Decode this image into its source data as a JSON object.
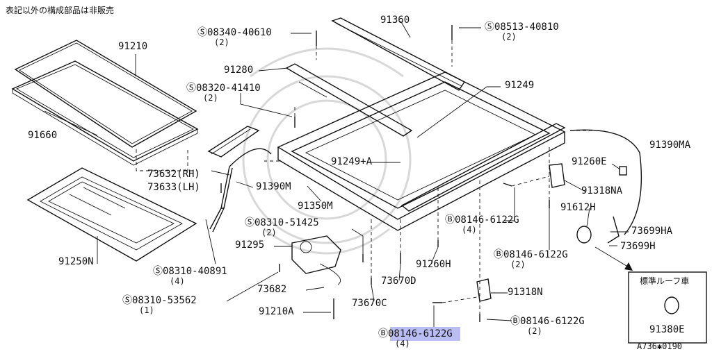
{
  "note_top": "表記以外の構成部品は非販売",
  "figure_code": "A736✱0190",
  "inset_title": "標準ルーフ車",
  "labels": [
    {
      "id": "91360",
      "text": "91360"
    },
    {
      "id": "08513-40810",
      "text": "Ⓢ08513-40810",
      "qty": "(2)"
    },
    {
      "id": "08340-40610",
      "text": "Ⓢ08340-40610",
      "qty": "(2)"
    },
    {
      "id": "91210",
      "text": "91210"
    },
    {
      "id": "91280",
      "text": "91280"
    },
    {
      "id": "08320-41410",
      "text": "Ⓢ08320-41410",
      "qty": "(2)"
    },
    {
      "id": "91249",
      "text": "91249"
    },
    {
      "id": "91660",
      "text": "91660"
    },
    {
      "id": "91390MA",
      "text": "91390MA"
    },
    {
      "id": "91249+A",
      "text": "91249+A"
    },
    {
      "id": "91260E",
      "text": "91260E"
    },
    {
      "id": "73632RH",
      "text": "73632(RH)"
    },
    {
      "id": "73633LH",
      "text": "73633(LH)"
    },
    {
      "id": "91390M",
      "text": "91390M"
    },
    {
      "id": "91318NA",
      "text": "91318NA"
    },
    {
      "id": "91350M",
      "text": "91350M"
    },
    {
      "id": "91612H",
      "text": "91612H"
    },
    {
      "id": "08146-6122G-a",
      "text": "Ⓑ08146-6122G",
      "qty": "(4)"
    },
    {
      "id": "08310-51425",
      "text": "Ⓢ08310-51425",
      "qty": "(2)"
    },
    {
      "id": "73699HA",
      "text": "73699HA"
    },
    {
      "id": "91295",
      "text": "91295"
    },
    {
      "id": "73699H",
      "text": "73699H"
    },
    {
      "id": "91250N",
      "text": "91250N"
    },
    {
      "id": "91260H",
      "text": "91260H"
    },
    {
      "id": "08146-6122G-b",
      "text": "Ⓑ08146-6122G",
      "qty": "(2)"
    },
    {
      "id": "08310-40891",
      "text": "Ⓢ08310-40891",
      "qty": "(4)"
    },
    {
      "id": "73670D",
      "text": "73670D"
    },
    {
      "id": "73682",
      "text": "73682"
    },
    {
      "id": "91318N",
      "text": "91318N"
    },
    {
      "id": "08310-53562",
      "text": "Ⓢ08310-53562",
      "qty": "(1)"
    },
    {
      "id": "73670C",
      "text": "73670C"
    },
    {
      "id": "91210A",
      "text": "91210A"
    },
    {
      "id": "08146-6122G-c",
      "text": "Ⓑ08146-6122G",
      "qty": "(2)"
    },
    {
      "id": "08146-6122G-d",
      "text": "Ⓑ08146-6122G",
      "qty": "(4)"
    },
    {
      "id": "91380E",
      "text": "91380E"
    }
  ]
}
